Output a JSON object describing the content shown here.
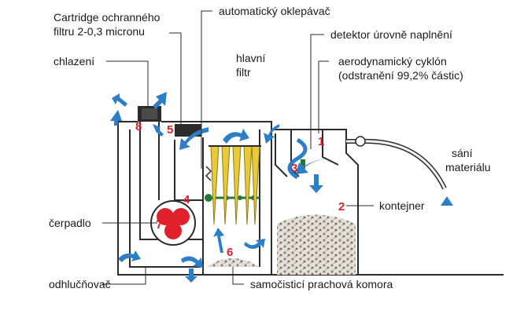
{
  "labels": {
    "cartridge_line1": "Cartridge ochranného",
    "cartridge_line2": "filtru 2-0,3 micronu",
    "auto_shaker": "automatický oklepávač",
    "level_detector": "detektor úrovně naplnění",
    "main_filter_line1": "hlavní",
    "main_filter_line2": "filtr",
    "cooling": "chlazení",
    "cyclone_line1": "aerodynamický cyklón",
    "cyclone_line2": "(odstranění 99,2% částic)",
    "suction_line1": "sání",
    "suction_line2": "materiálu",
    "container": "kontejner",
    "pump": "čerpadlo",
    "separator": "odhlučňovač",
    "dust_chamber": "samočisticí prachová komora"
  },
  "numbers": [
    "1",
    "2",
    "3",
    "4",
    "5",
    "6",
    "7",
    "8"
  ],
  "colors": {
    "arrow": "#2c7fc6",
    "number": "#d8222a",
    "pump": "#e0202a",
    "filter": "#e8c93a",
    "dust": "#b9b3a8",
    "green_sensor": "#1f7a3a"
  }
}
